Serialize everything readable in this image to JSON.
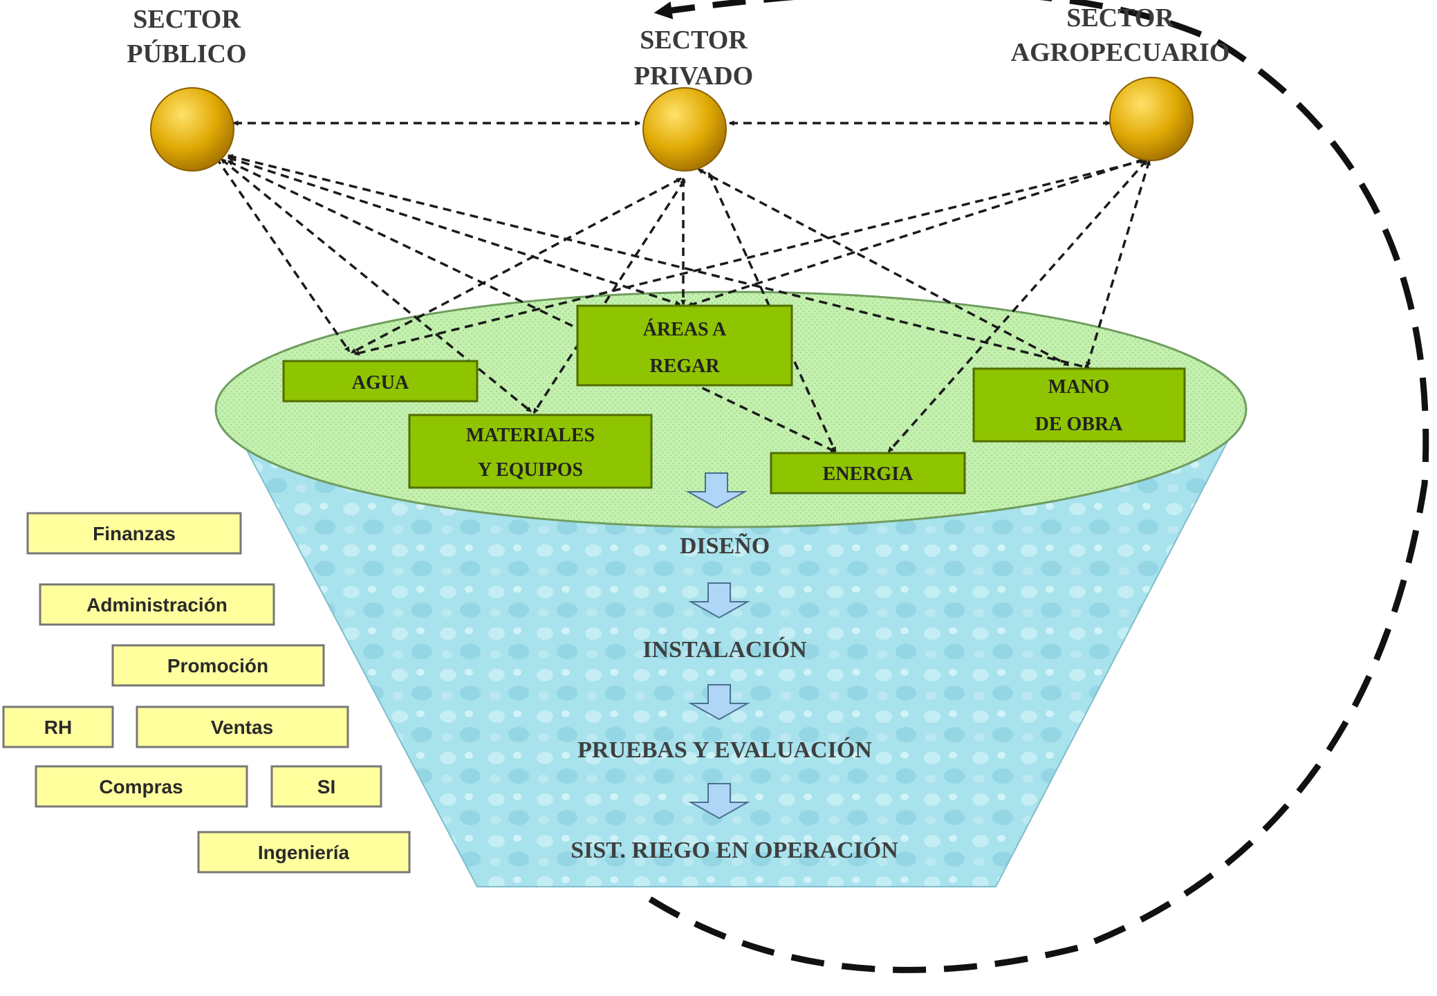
{
  "sectors": {
    "publico": [
      "SECTOR",
      "PÚBLICO"
    ],
    "privado": [
      "SECTOR",
      "PRIVADO"
    ],
    "agropecuario": [
      "SECTOR",
      "AGROPECUARIO"
    ]
  },
  "resources": {
    "agua": [
      "AGUA"
    ],
    "areas": [
      "ÁREAS A",
      "REGAR"
    ],
    "materiales": [
      "MATERIALES",
      "Y EQUIPOS"
    ],
    "energia": [
      "ENERGIA"
    ],
    "mano_obra": [
      "MANO",
      "DE OBRA"
    ]
  },
  "steps": [
    "DISEÑO",
    "INSTALACIÓN",
    "PRUEBAS Y EVALUACIÓN",
    "SIST. RIEGO EN OPERACIÓN"
  ],
  "departments": {
    "finanzas": "Finanzas",
    "administracion": "Administración",
    "promocion": "Promoción",
    "rh": "RH",
    "ventas": "Ventas",
    "compras": "Compras",
    "si": "SI",
    "ingenieria": "Ingeniería"
  },
  "colors": {
    "sector_node": "#d9a400",
    "resource_box": "#8fc400",
    "ellipse": "#c6f0b4",
    "funnel": "#a6e3ee",
    "department_box": "#ffff9e",
    "step_arrow": "#b0d6f7"
  }
}
